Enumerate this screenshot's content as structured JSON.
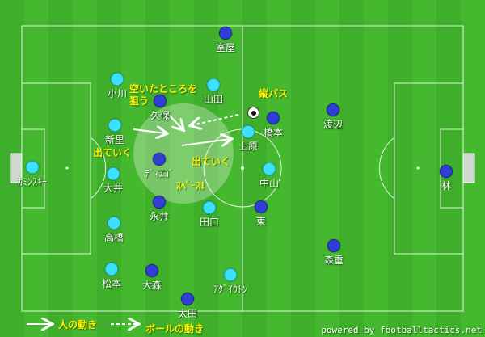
{
  "colors": {
    "light_team": "#3de0ff",
    "dark_team": "#2f3fd6",
    "annotation": "#ffee00"
  },
  "players": [
    {
      "team": "dark",
      "name": "室屋"
    },
    {
      "team": "light",
      "name": "小川"
    },
    {
      "team": "light",
      "name": "山田"
    },
    {
      "team": "dark",
      "name": "久保"
    },
    {
      "team": "light",
      "name": "新里"
    },
    {
      "team": "dark",
      "name": "橋本"
    },
    {
      "team": "dark",
      "name": "渡辺"
    },
    {
      "team": "light",
      "name": "上原"
    },
    {
      "team": "light",
      "name": "ｶﾐﾝｽｷｰ"
    },
    {
      "team": "dark",
      "name": "ﾃﾞｨｴｺﾞ"
    },
    {
      "team": "light",
      "name": "大井"
    },
    {
      "team": "light",
      "name": "中山"
    },
    {
      "team": "dark",
      "name": "林"
    },
    {
      "team": "dark",
      "name": "永井"
    },
    {
      "team": "light",
      "name": "田口"
    },
    {
      "team": "dark",
      "name": "東"
    },
    {
      "team": "light",
      "name": "高橋"
    },
    {
      "team": "dark",
      "name": "森重"
    },
    {
      "team": "light",
      "name": "松本"
    },
    {
      "team": "dark",
      "name": "大森"
    },
    {
      "team": "light",
      "name": "ｱﾀﾞｲｳﾄﾝ"
    },
    {
      "team": "dark",
      "name": "太田"
    }
  ],
  "annotations": {
    "aim_space": "空いたところを\n狙う",
    "vertical_pass": "縦パス",
    "go_out_left": "出ていく",
    "go_out_center": "出ていく",
    "space": "ｽﾍﾟｰｽ!"
  },
  "legend": {
    "person_movement": "人の動き",
    "ball_movement": "ボールの動き"
  },
  "credit": "powered by footballtactics.net"
}
